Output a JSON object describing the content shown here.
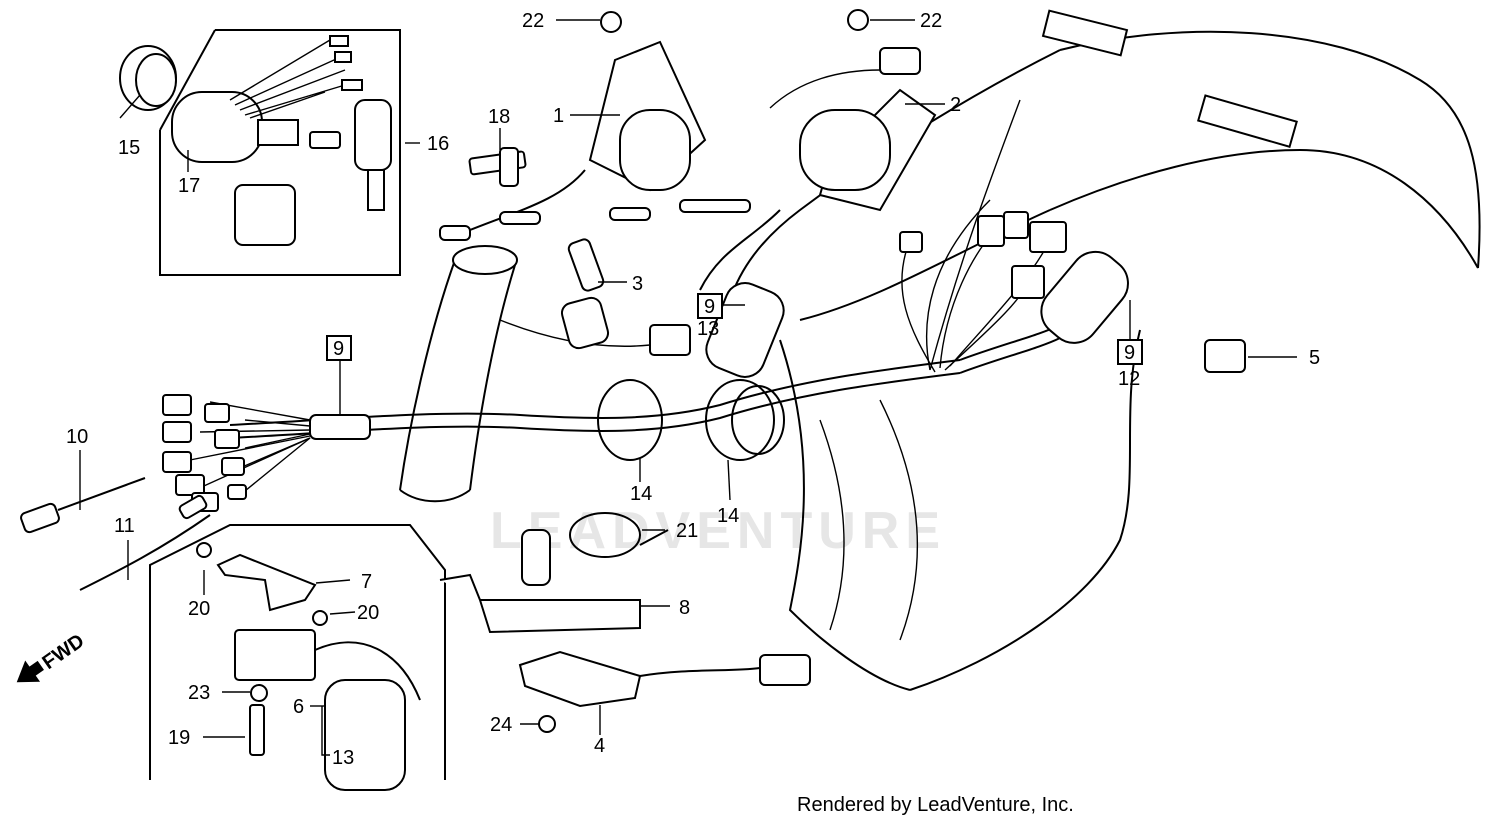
{
  "watermark": "LEADVENTURE",
  "footer": "Rendered by LeadVenture, Inc.",
  "direction_label": "FWD",
  "callouts": {
    "c1": "1",
    "c2": "2",
    "c3": "3",
    "c4": "4",
    "c5": "5",
    "c6": "6",
    "c7": "7",
    "c8": "8",
    "c10": "10",
    "c11": "11",
    "c12": "12",
    "c13a": "13",
    "c13b": "13",
    "c14a": "14",
    "c14b": "14",
    "c15": "15",
    "c16": "16",
    "c17": "17",
    "c18": "18",
    "c19": "19",
    "c20a": "20",
    "c20b": "20",
    "c21": "21",
    "c22a": "22",
    "c22b": "22",
    "c23": "23",
    "c24": "24"
  },
  "boxed_callouts": {
    "b9a": "9",
    "b9b": "9",
    "b9c": "9"
  }
}
